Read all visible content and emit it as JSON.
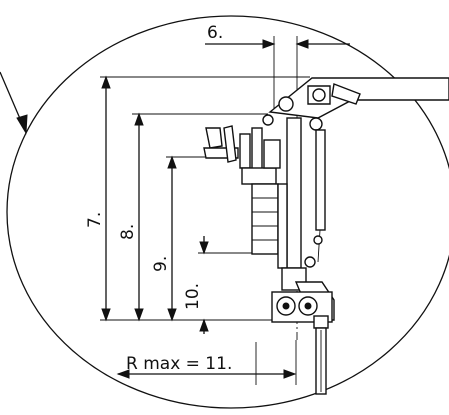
{
  "labels": {
    "dim6": "6.",
    "dim7": "7.",
    "dim8": "8.",
    "dim9": "9.",
    "dim10": "10.",
    "rmax": "R max = 11."
  },
  "colors": {
    "line": "#111111",
    "background": "#ffffff"
  }
}
